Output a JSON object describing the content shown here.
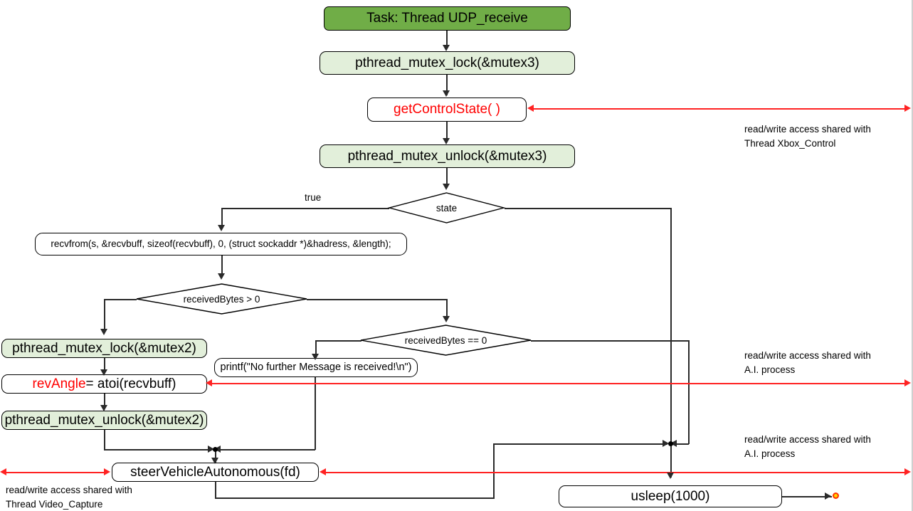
{
  "diagram": {
    "title": "Task: Thread UDP_receive",
    "type": "flowchart"
  },
  "nodes": {
    "start": {
      "label": "Task: Thread UDP_receive",
      "fill": "#70AD47"
    },
    "lock3": {
      "label": "pthread_mutex_lock(&mutex3)",
      "fill": "#E2EFDA"
    },
    "get_control_state": {
      "label": "getControlState( )",
      "fill": "#FFFFFF",
      "text_color": "#FF0000"
    },
    "unlock3": {
      "label": "pthread_mutex_unlock(&mutex3)",
      "fill": "#E2EFDA"
    },
    "recvfrom": {
      "label": "recvfrom(s, &recvbuff, sizeof(recvbuff), 0, (struct sockaddr *)&hadress, &length);",
      "fill": "#FFFFFF"
    },
    "lock2": {
      "label": "pthread_mutex_lock(&mutex2)",
      "fill": "#E2EFDA"
    },
    "rev_angle_prefix": "revAngle",
    "rev_angle_suffix": " = atoi(recvbuff)",
    "unlock2": {
      "label": "pthread_mutex_unlock(&mutex2)",
      "fill": "#E2EFDA"
    },
    "printf_no_msg": {
      "label": "printf(\"No further Message is received!\\n\")",
      "fill": "#FFFFFF"
    },
    "steer": {
      "label": "steerVehicleAutonomous(fd)",
      "fill": "#FFFFFF"
    },
    "usleep": {
      "label": "usleep(1000)",
      "fill": "#FFFFFF"
    }
  },
  "decisions": {
    "state": {
      "label": "state"
    },
    "received_gt_zero": {
      "label": "receivedBytes > 0"
    },
    "received_eq_zero": {
      "label": "receivedBytes == 0"
    }
  },
  "branch_labels": {
    "state_true": "true"
  },
  "annotations": {
    "xbox": "read/write access shared with\nThread Xbox_Control",
    "ai_upper": "read/write access shared with\nA.I. process",
    "ai_lower": "read/write access shared with\nA.I. process",
    "video": "read/write access shared with\nThread Video_Capture"
  },
  "colors": {
    "accent_green": "#70AD47",
    "light_green": "#E2EFDA",
    "red": "#FF0000",
    "shared_arrow": "#FF2222",
    "line": "#2A2A2A",
    "end_dot_fill": "#FFD400",
    "end_dot_stroke": "#FF3300"
  }
}
